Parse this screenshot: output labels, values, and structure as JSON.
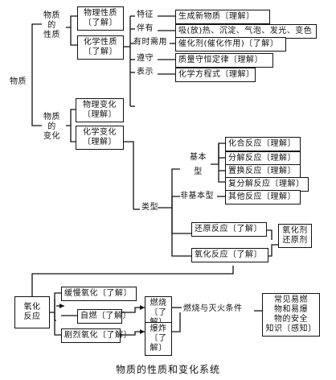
{
  "root": "物质",
  "properties": {
    "label": [
      "物质",
      "的",
      "性质"
    ],
    "physical": [
      "物理性质",
      "〔了解〕"
    ],
    "chemical": [
      "化学性质",
      "〔了解〕"
    ],
    "tags": [
      "特征",
      "伴有",
      "有时需用",
      "遵守",
      "表示"
    ],
    "items": [
      "生成新物质〔理解〕",
      "吸(放)热、沉淀、气泡、发光、变色",
      "催化剂(催化作用)〔了解〕",
      "质量守恒定律〔理解〕",
      "化学方程式〔理解〕"
    ]
  },
  "changes": {
    "label": [
      "物质",
      "的",
      "变化"
    ],
    "physical": [
      "物理变化",
      "〔理解〕"
    ],
    "chemical": [
      "化学变化",
      "〔理解〕"
    ],
    "type_label": "类型",
    "basic_label": [
      "基本",
      "型"
    ],
    "nonbasic_label": "非基本型",
    "basic_types": [
      "化合反应〔理解〕",
      "分解反应〔理解〕",
      "置换反应〔理解〕",
      "复分解反应〔理解〕",
      "其他反应〔理解〕"
    ],
    "reduction": "还原反应〔了解〕",
    "oxidation": "氧化反应〔了解〕",
    "redox_agent": [
      "氧化剂",
      "还原剂"
    ]
  },
  "oxidation_detail": {
    "label": [
      "氧化",
      "反应"
    ],
    "slow": "缓慢氧化〔了解〕",
    "spontaneous": "自燃〔了解〕",
    "combustion": "剧烈氧化〔了解〕",
    "burn": [
      "燃烧",
      "〔了",
      "解〕"
    ],
    "explode": [
      "爆炸",
      "〔了",
      "解〕"
    ],
    "fire_text": "燃烧与灭火条件",
    "safety": [
      "常见易燃",
      "物和易爆",
      "物的安全",
      "知识〔感知〕"
    ]
  },
  "caption": "物质的性质和变化系统"
}
